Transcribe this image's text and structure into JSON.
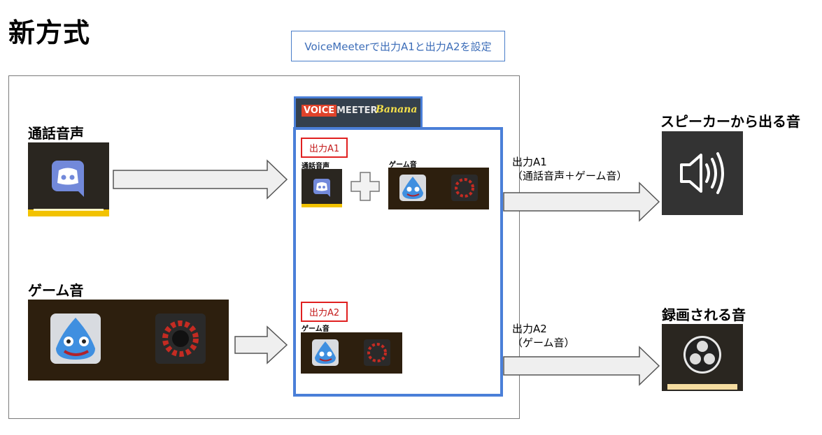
{
  "title": "新方式",
  "top_note": "VoiceMeeterで出力A1と出力A2を設定",
  "voicemeeter": {
    "voice": "VOICE",
    "meeter": "MEETER",
    "banana": "Banana"
  },
  "inputs": {
    "call": "通話音声",
    "game": "ゲーム音"
  },
  "vm_panel": {
    "a1_badge": "出力A1",
    "a1_call_label": "通話音声",
    "a1_game_label": "ゲーム音",
    "a2_badge": "出力A2",
    "a2_game_label": "ゲーム音"
  },
  "outputs": {
    "a1_line1": "出力A1",
    "a1_line2": "（通話音声＋ゲーム音）",
    "a2_line1": "出力A2",
    "a2_line2": "（ゲーム音）",
    "speaker_label": "スピーカーから出る音",
    "record_label": "録画される音"
  },
  "icons": [
    "discord-icon",
    "slime-icon",
    "ffxiv-icon",
    "plus-icon",
    "speaker-icon",
    "obs-icon",
    "right-arrow-icon"
  ],
  "colors": {
    "accent_blue": "#4a7fd8",
    "badge_red": "#e02020",
    "discord_bar": "#f2c200",
    "obs_bar": "#f5dca0"
  }
}
